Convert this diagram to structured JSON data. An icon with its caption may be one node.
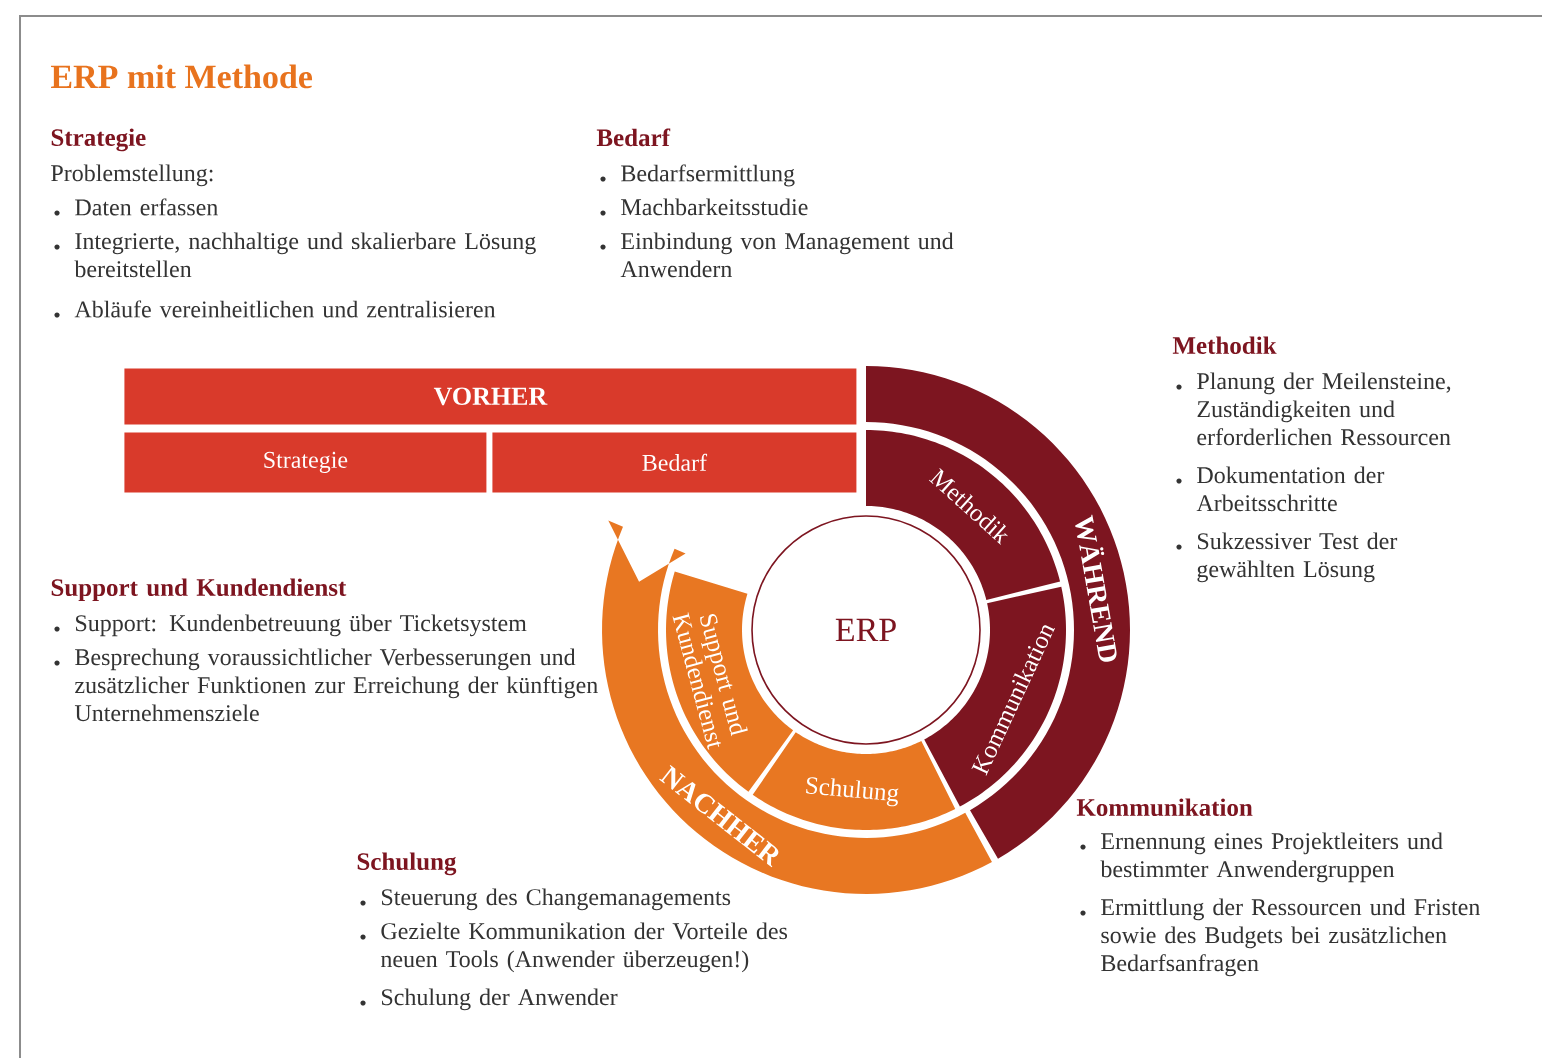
{
  "diagram": {
    "title": "ERP mit Methode",
    "nodes": [
      {
        "text": [
          "VORHER"
        ]
      },
      {
        "text": [
          "Strategie"
        ]
      },
      {
        "text": [
          "Bedarf"
        ]
      },
      {
        "text": [
          "WÄHREND"
        ]
      },
      {
        "text": [
          "Methodik"
        ]
      },
      {
        "text": [
          "Kommunikation"
        ]
      },
      {
        "text": [
          "NACHHER"
        ]
      },
      {
        "text": [
          "Support und Kundendienst"
        ]
      },
      {
        "text": [
          "Schulung"
        ]
      },
      {
        "text": [
          "ERP"
        ]
      }
    ],
    "labels": [
      "Strategie",
      "Problemstellung:",
      "Daten erfassen",
      "Integrierte, nachhaltige und skalierbare Lösung bereitstellen",
      "Abläufe vereinheitlichen und zentralisieren",
      "Bedarf",
      "Bedarfsermittlung",
      "Machbarkeitsstudie",
      "Einbindung von Management und Anwendern",
      "Methodik",
      "Planung der Meilensteine, Zuständigkeiten und erforderlichen Ressourcen",
      "Dokumentation der Arbeitsschritte",
      "Sukzessiver Test der gewählten Lösung",
      "Support und Kundendienst",
      "Support: Kundenbetreuung über Ticketsystem",
      "Besprechung voraussichtlicher Verbesserungen und zusätzlicher Funktionen zur Erreichung der künftigen Unternehmensziele",
      "Schulung",
      "Steuerung des Changemanagements",
      "Gezielte Kommunikation der Vorteile des neuen Tools (Anwender überzeugen!)",
      "Schulung der Anwender",
      "Kommunikation",
      "Ernennung eines Projektleiters und bestimmter Anwendergruppen",
      "Ermittlung der Ressourcen und Fristen sowie des Budgets bei zusätzlichen Bedarfsanfragen"
    ]
  }
}
